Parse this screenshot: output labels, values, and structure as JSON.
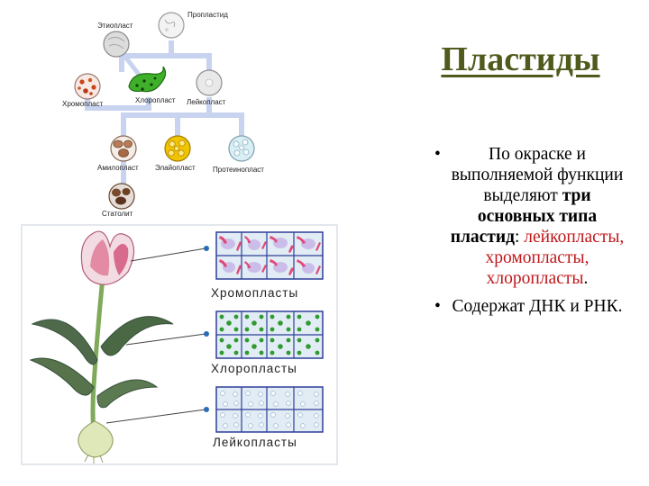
{
  "title": "Пластиды",
  "bullet1": {
    "part1": "По окраске и выполняемой функции выделяют ",
    "bold": "три основных типа пластид",
    "part2": ": ",
    "types": "лейкопласты, хромопласты, хлоропласты",
    "end": "."
  },
  "bullet2": "Содержат ДНК и РНК.",
  "tree": {
    "proplastid": "Пропластид",
    "etioplast": "Этиопласт",
    "chromoplast": "Хромопласт",
    "chloroplast": "Хлоропласт",
    "leucoplast": "Лейкопласт",
    "amyloplast": "Амилопласт",
    "elaioplast": "Элайопласт",
    "proteinoplast": "Протеинопласт",
    "statolith": "Статолит"
  },
  "figure": {
    "chromoplasts": "Хромопласты",
    "chloroplasts": "Хлоропласты",
    "leucoplasts": "Лейкопласты"
  },
  "colors": {
    "title": "#4f5a1c",
    "highlight": "#c0171b",
    "chloroplast": "#2f9a2f",
    "chromoplast": "#e04a7a",
    "leucoplast": "#b9d3ee",
    "branch": "#c8d3f0"
  }
}
